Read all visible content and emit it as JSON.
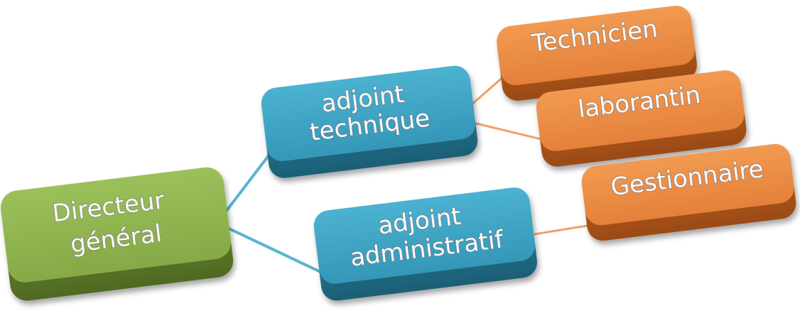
{
  "nodes": {
    "directeur": {
      "lines": [
        "Directeur",
        "général"
      ]
    },
    "adjoint_technique": {
      "lines": [
        "adjoint",
        "technique"
      ]
    },
    "adjoint_administratif": {
      "lines": [
        "adjoint",
        "administratif"
      ]
    },
    "technicien": {
      "lines": [
        "Technicien"
      ]
    },
    "laborantin": {
      "lines": [
        "laborantin"
      ]
    },
    "gestionnaire": {
      "lines": [
        "Gestionnaire"
      ]
    }
  },
  "colors": {
    "director": "#8db04a",
    "adjoint": "#3fa3c3",
    "staff": "#ec8b3f",
    "connector_blue": "#58b4d1",
    "connector_orange": "#f0a066"
  }
}
